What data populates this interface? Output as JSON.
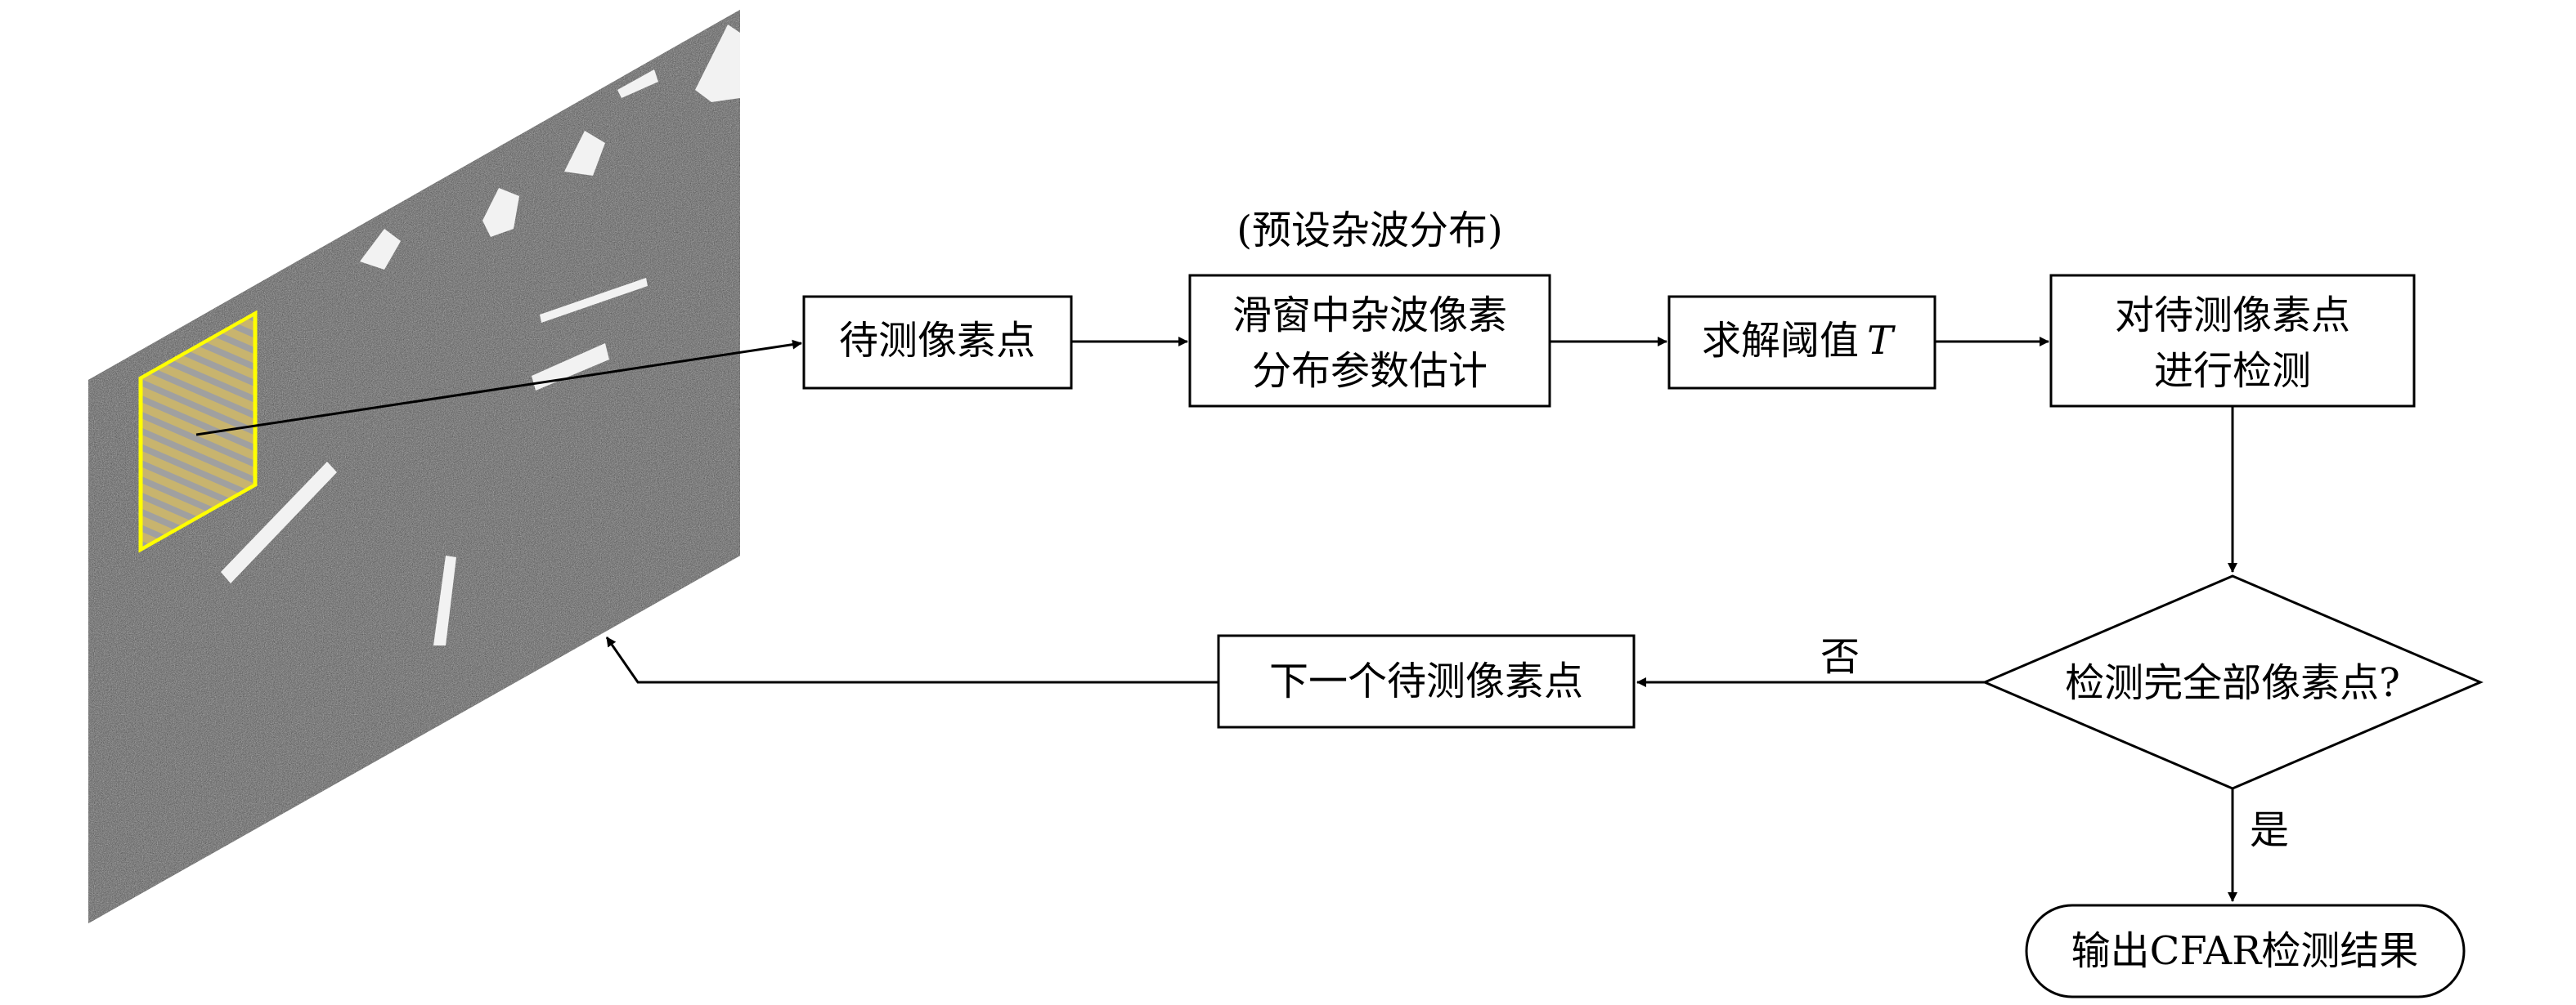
{
  "nodes": {
    "pixel_under_test": "待测像素点",
    "estimate_line1": "滑窗中杂波像素",
    "estimate_line2": "分布参数估计",
    "preset_note": "(预设杂波分布)",
    "threshold": "求解阈值",
    "threshold_var": "T",
    "detect_line1": "对待测像素点",
    "detect_line2": "进行检测",
    "decision": "检测完全部像素点?",
    "next_pixel": "下一个待测像素点",
    "output": "输出CFAR检测结果"
  },
  "edges": {
    "no_label": "否",
    "yes_label": "是"
  },
  "colors": {
    "window_fill": "#c8b46e",
    "window_border": "#ffff00",
    "sar_background": "#2a2a2a",
    "line": "#000000"
  },
  "image": {
    "type": "SAR image patch with sliding window",
    "icon": "sar-image"
  }
}
